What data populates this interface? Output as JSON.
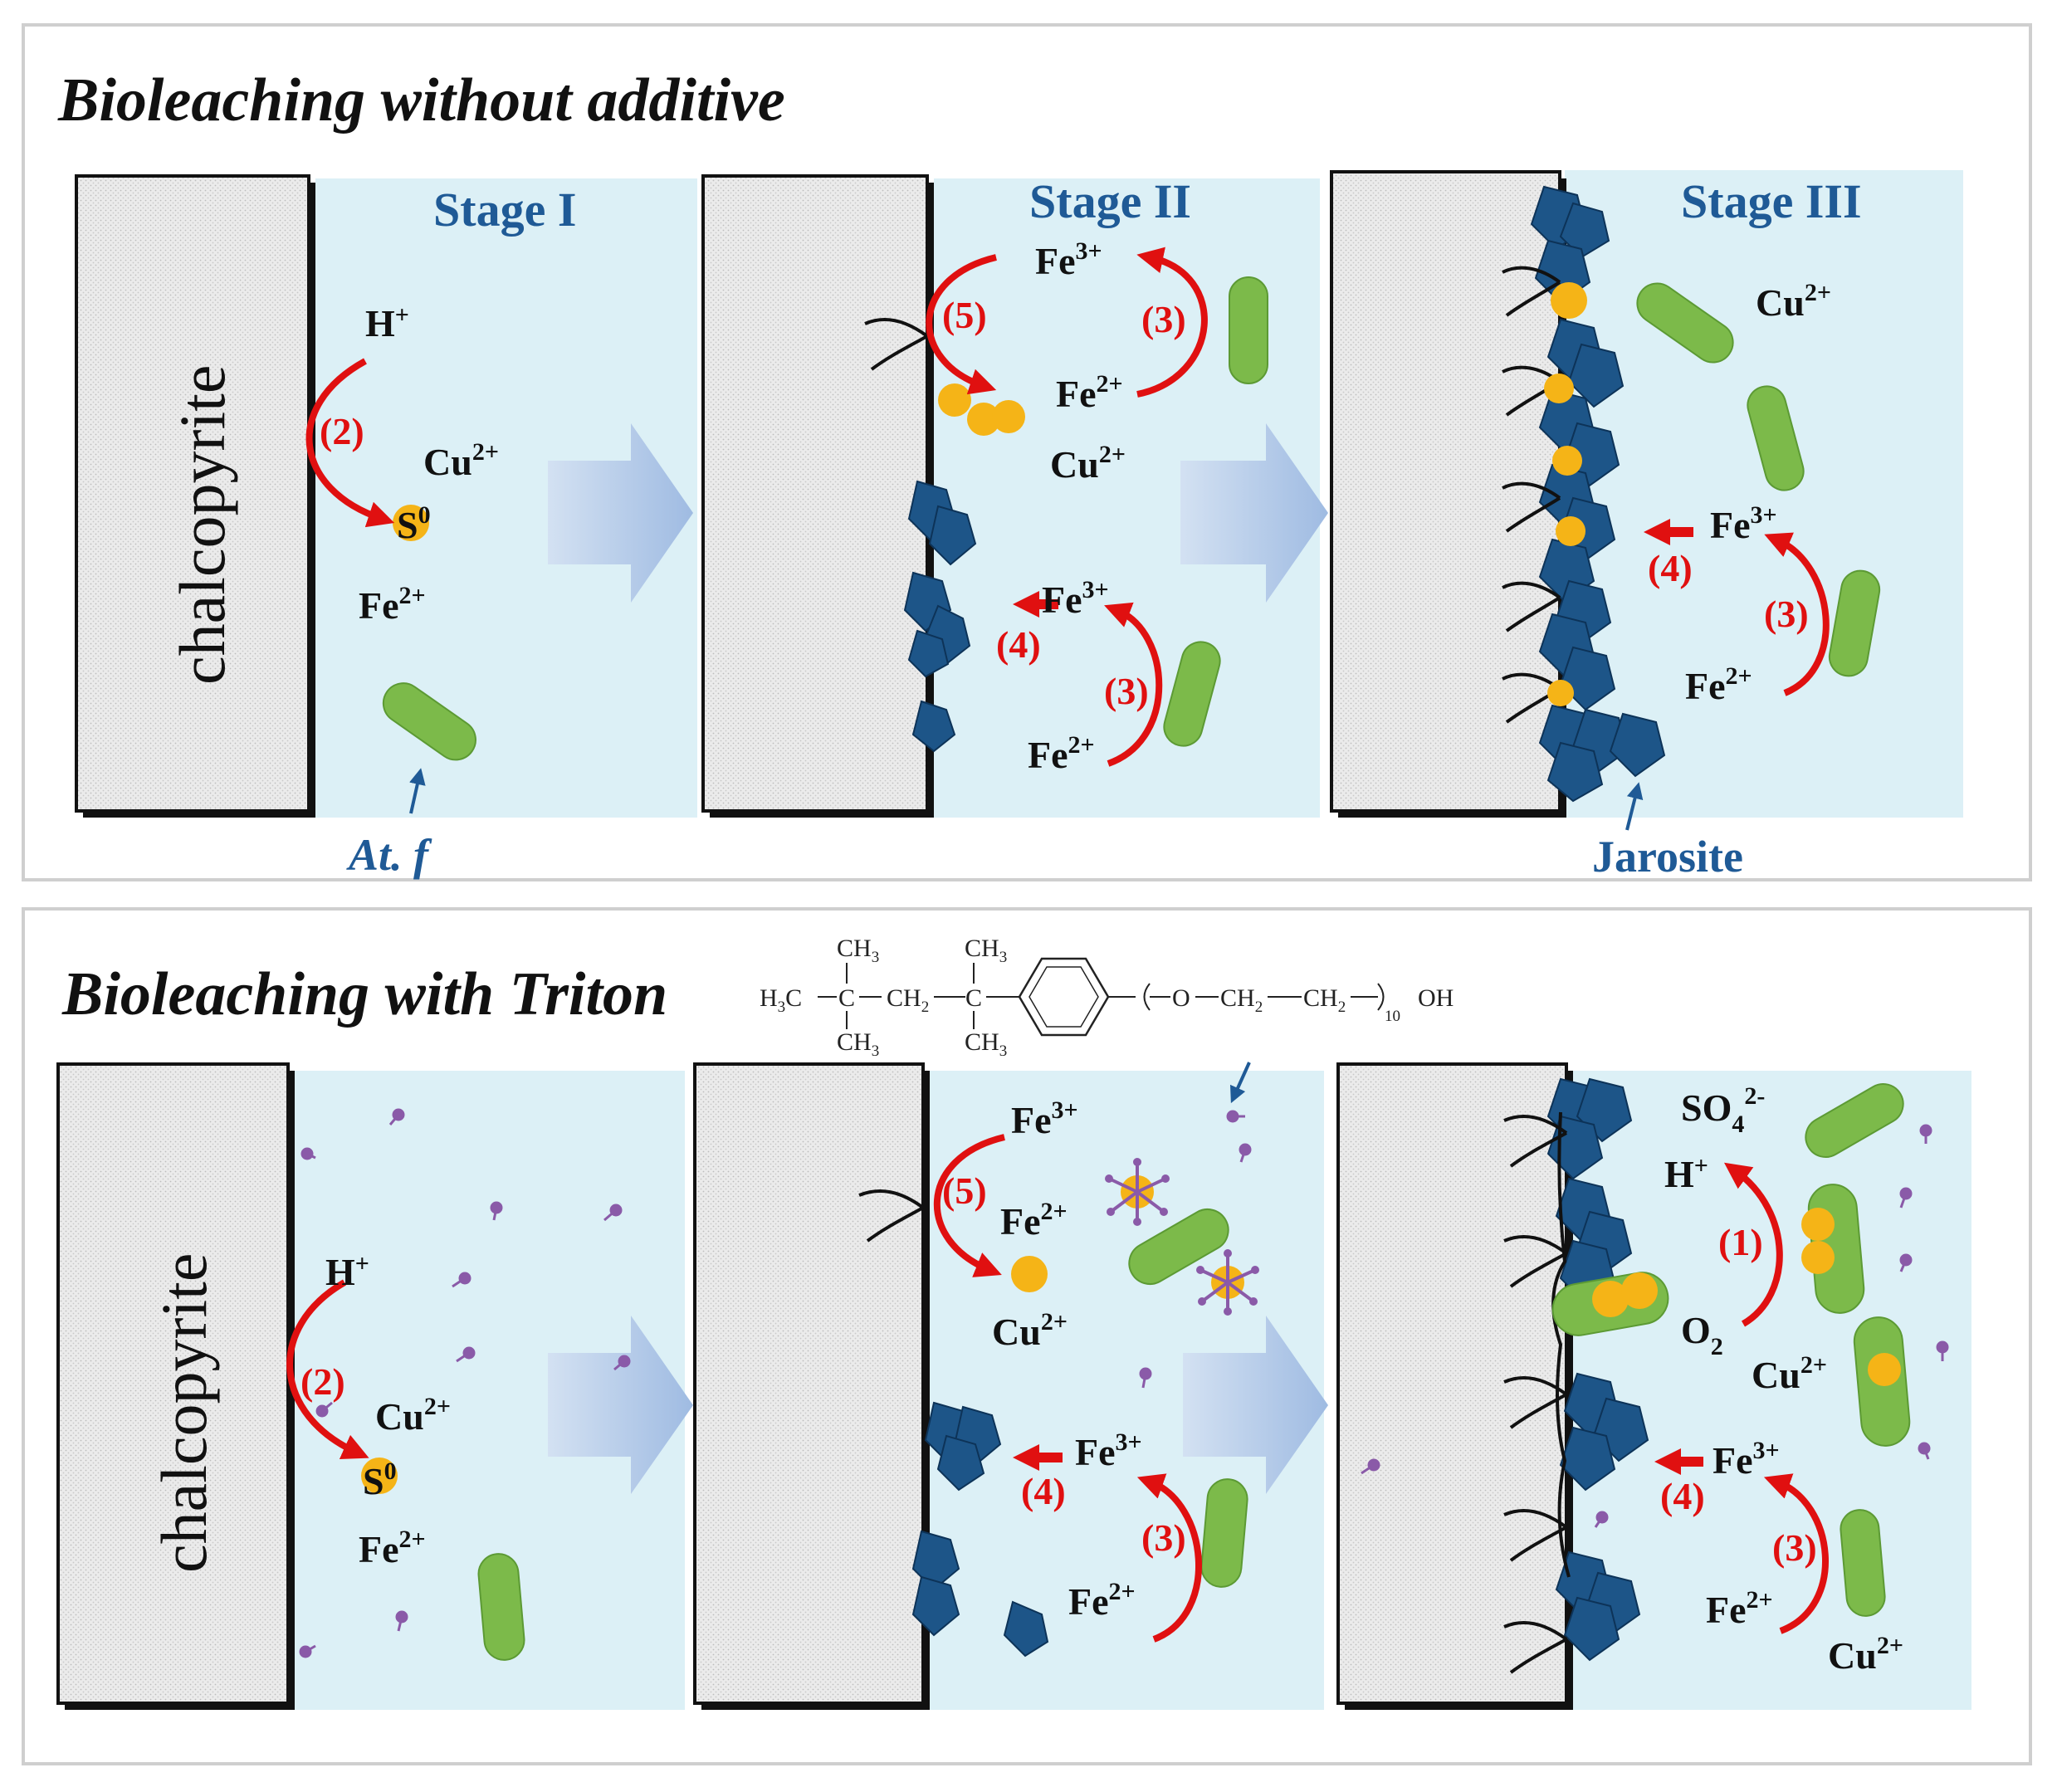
{
  "panel_top": {
    "title": "Bioleaching without additive",
    "stages": [
      "Stage I",
      "Stage II",
      "Stage III"
    ],
    "mineral": "chalcopyrite",
    "labels": {
      "bacterium": "At. f",
      "precipitate": "Jarosite"
    }
  },
  "panel_bottom": {
    "title": "Bioleaching with Triton",
    "mineral": "chalcopyrite",
    "formula": {
      "ch3": "CH",
      "ch3_sub": "3",
      "h3c": "H",
      "h3c_sub": "3",
      "c": "C",
      "ch2": "CH",
      "ch2_sub": "2",
      "o": "O",
      "repeat": "10",
      "oh": "OH"
    }
  },
  "ions": {
    "h": "H",
    "h_sup": "+",
    "cu": "Cu",
    "cu_sup": "2+",
    "fe": "Fe",
    "fe2_sup": "2+",
    "fe3_sup": "3+",
    "s": "S",
    "s_sup": "0",
    "o2": "O",
    "o2_sub": "2",
    "so4": "SO",
    "so4_sub": "4",
    "so4_sup": "2-"
  },
  "reactions": [
    "(1)",
    "(2)",
    "(3)",
    "(4)",
    "(5)"
  ],
  "colors": {
    "reaction_arrow": "#e01010",
    "stage_text": "#1f5a96",
    "jarosite": "#1d5588",
    "bacterium": "#7cba4a",
    "sulfur": "#f5b417",
    "surfactant": "#8a5aa8",
    "solution_bg": "#dcf0f6",
    "process_arrow": "#a9c3e4"
  }
}
